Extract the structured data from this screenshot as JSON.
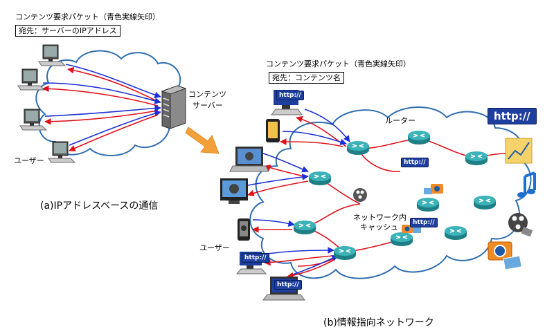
{
  "panel_a": {
    "packet_label": "コンテンツ要求パケット（青色実線矢印）",
    "destination_label": "宛先：サーバーのIPアドレス",
    "server_label_1": "コンテンツ",
    "server_label_2": "サーバー",
    "user_label": "ユーザー",
    "caption": "(a)IPアドレスベースの通信"
  },
  "panel_b": {
    "packet_label": "コンテンツ要求パケット（青色実線矢印）",
    "destination_label": "宛先：コンテンツ名",
    "router_label": "ルーター",
    "cache_label_1": "ネットワーク内",
    "cache_label_2": "キャッシュ",
    "user_label": "ユーザー",
    "http_text": "http://",
    "caption": "(b)情報指向ネットワーク"
  },
  "colors": {
    "request_arrow": "#1a2fd6",
    "response_arrow": "#e0101a",
    "cloud_outline": "#2f6db0",
    "router": "#2aa3a8",
    "transition_arrow": "#f4a03a"
  }
}
